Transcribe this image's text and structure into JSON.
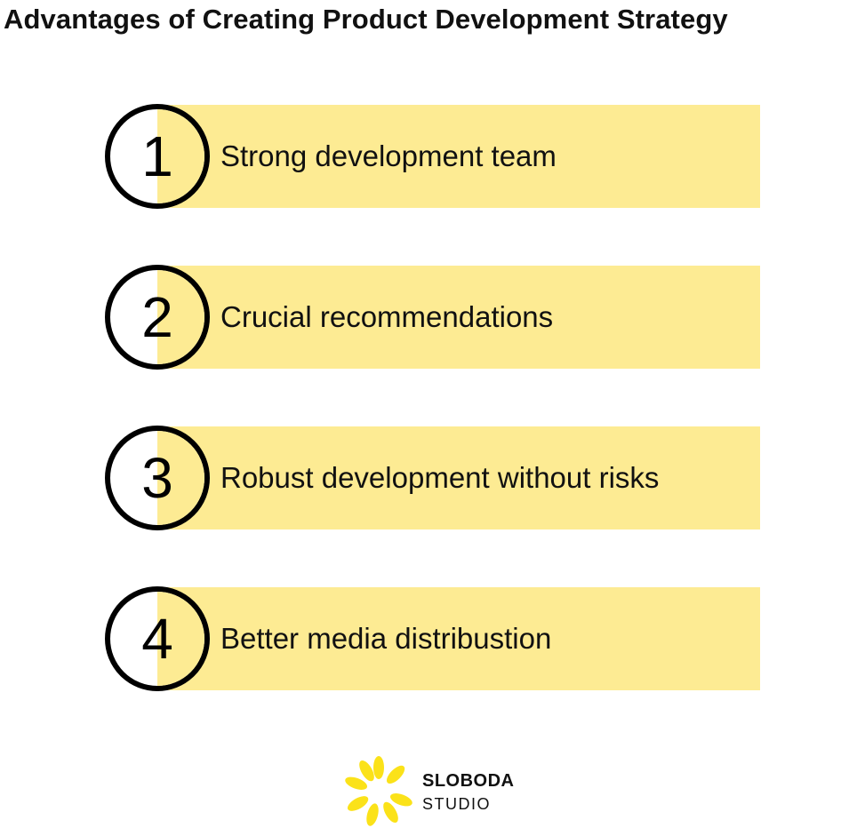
{
  "title": "Advantages of Creating Product Development Strategy",
  "colors": {
    "bar": "#fdeb93",
    "circle_border": "#000000",
    "logo_petal": "#fbe219"
  },
  "items": [
    {
      "number": "1",
      "label": "Strong development team"
    },
    {
      "number": "2",
      "label": "Crucial recommendations"
    },
    {
      "number": "3",
      "label": "Robust development without risks"
    },
    {
      "number": "4",
      "label": "Better media distribustion"
    }
  ],
  "brand": {
    "name": "SLOBODA",
    "subtitle": "STUDIO",
    "icon": "flower-logo-icon"
  }
}
